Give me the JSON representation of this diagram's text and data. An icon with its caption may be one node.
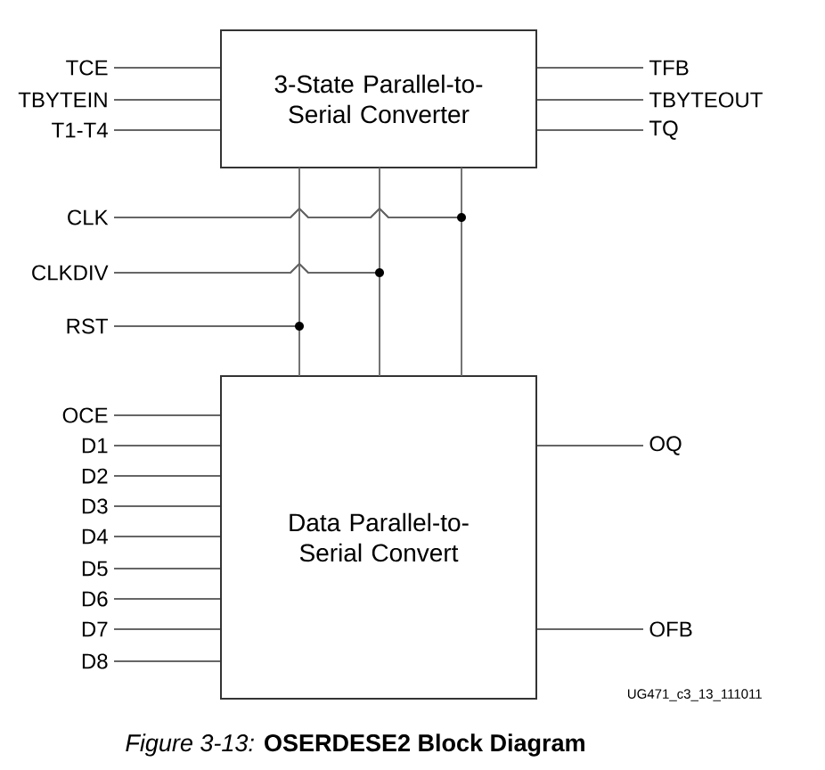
{
  "diagram": {
    "caption": "*Figure 3-13:*    **OSERDESE2 Block Diagram**",
    "nodes": [
      {
        "text": [
          "3-State Parallel-to-Serial Converter"
        ]
      },
      {
        "text": [
          "TCE"
        ]
      },
      {
        "text": [
          "TBYTEIN"
        ]
      },
      {
        "text": [
          "T1-T4"
        ]
      },
      {
        "text": [
          "TFB"
        ]
      },
      {
        "text": [
          "TBYTEOUT"
        ]
      },
      {
        "text": [
          "TQ"
        ]
      },
      {
        "text": [
          "CLK"
        ]
      },
      {
        "text": [
          "CLKDIV"
        ]
      },
      {
        "text": [
          "RST"
        ]
      },
      {
        "text": [
          "Data Parallel-to-Serial Convert"
        ]
      },
      {
        "text": [
          "OCE"
        ]
      },
      {
        "text": [
          "D1"
        ]
      },
      {
        "text": [
          "D2"
        ]
      },
      {
        "text": [
          "D3"
        ]
      },
      {
        "text": [
          "D4"
        ]
      },
      {
        "text": [
          "D5"
        ]
      },
      {
        "text": [
          "D6"
        ]
      },
      {
        "text": [
          "D7"
        ]
      },
      {
        "text": [
          "D8"
        ]
      },
      {
        "text": [
          "OQ"
        ]
      },
      {
        "text": [
          "OFB"
        ]
      }
    ],
    "edges": [
      {
        "from": 1,
        "to": 0,
        "arrow": "none"
      },
      {
        "from": 2,
        "to": 0,
        "arrow": "none"
      },
      {
        "from": 3,
        "to": 0,
        "arrow": "none"
      },
      {
        "from": 0,
        "to": 4,
        "arrow": "none"
      },
      {
        "from": 0,
        "to": 5,
        "arrow": "none"
      },
      {
        "from": 0,
        "to": 6,
        "arrow": "none"
      },
      {
        "from": 7,
        "to": 0,
        "arrow": "none"
      },
      {
        "from": 7,
        "to": 10,
        "arrow": "none"
      },
      {
        "from": 8,
        "to": 0,
        "arrow": "none"
      },
      {
        "from": 8,
        "to": 10,
        "arrow": "none"
      },
      {
        "from": 9,
        "to": 0,
        "arrow": "none"
      },
      {
        "from": 9,
        "to": 10,
        "arrow": "none"
      },
      {
        "from": 11,
        "to": 10,
        "arrow": "none"
      },
      {
        "from": 12,
        "to": 10,
        "arrow": "none"
      },
      {
        "from": 13,
        "to": 10,
        "arrow": "none"
      },
      {
        "from": 14,
        "to": 10,
        "arrow": "none"
      },
      {
        "from": 15,
        "to": 10,
        "arrow": "none"
      },
      {
        "from": 16,
        "to": 10,
        "arrow": "none"
      },
      {
        "from": 17,
        "to": 10,
        "arrow": "none"
      },
      {
        "from": 18,
        "to": 10,
        "arrow": "none"
      },
      {
        "from": 19,
        "to": 10,
        "arrow": "none"
      },
      {
        "from": 10,
        "to": 20,
        "arrow": "none"
      },
      {
        "from": 10,
        "to": 21,
        "arrow": "none"
      }
    ],
    "labels": [
      "UG471_c3_13_111011"
    ]
  }
}
